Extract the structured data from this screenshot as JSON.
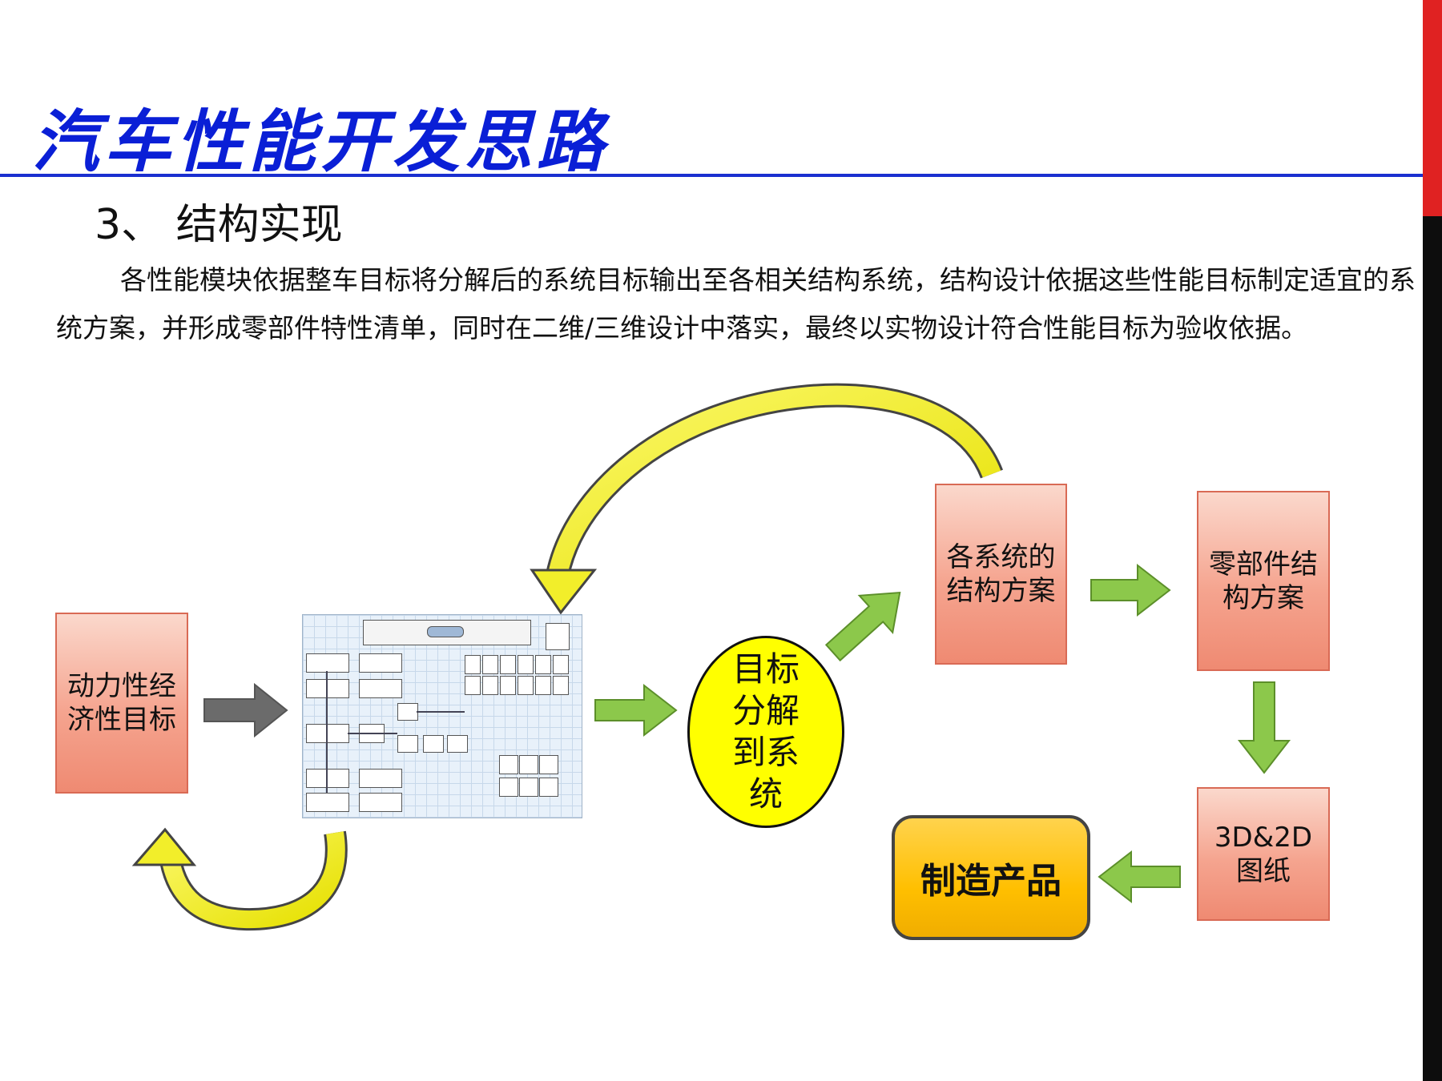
{
  "page": {
    "title": "汽车性能开发思路",
    "section_heading": "3、 结构实现",
    "paragraph": "各性能模块依据整车目标将分解后的系统目标输出至各相关结构系统，结构设计依据这些性能目标制定适宜的系统方案，并形成零部件特性清单，同时在二维/三维设计中落实，最终以实物设计符合性能目标为验收依据。"
  },
  "diagram": {
    "nodes": {
      "target": {
        "label": "动力性经济性目标"
      },
      "decompose": {
        "label": "目标分解到系统"
      },
      "system_plan": {
        "label": "各系统的结构方案"
      },
      "parts_plan": {
        "label": "零部件结构方案"
      },
      "drawings": {
        "label": "3D&2D图纸"
      },
      "product": {
        "label": "制造产品"
      }
    },
    "colors": {
      "box_fill": "#f5a48f",
      "box_border": "#d96a55",
      "ellipse_fill": "#ffff00",
      "product_fill": "#ffbf00",
      "green_arrow": "#8cc84b",
      "gray_arrow": "#6b6b6b",
      "yellow_arrow": "#f2ee2a",
      "title_blue": "#0a1fd6",
      "accent_red": "#e02222"
    },
    "embedded_image": {
      "name": "simulation-model-screenshot"
    }
  }
}
